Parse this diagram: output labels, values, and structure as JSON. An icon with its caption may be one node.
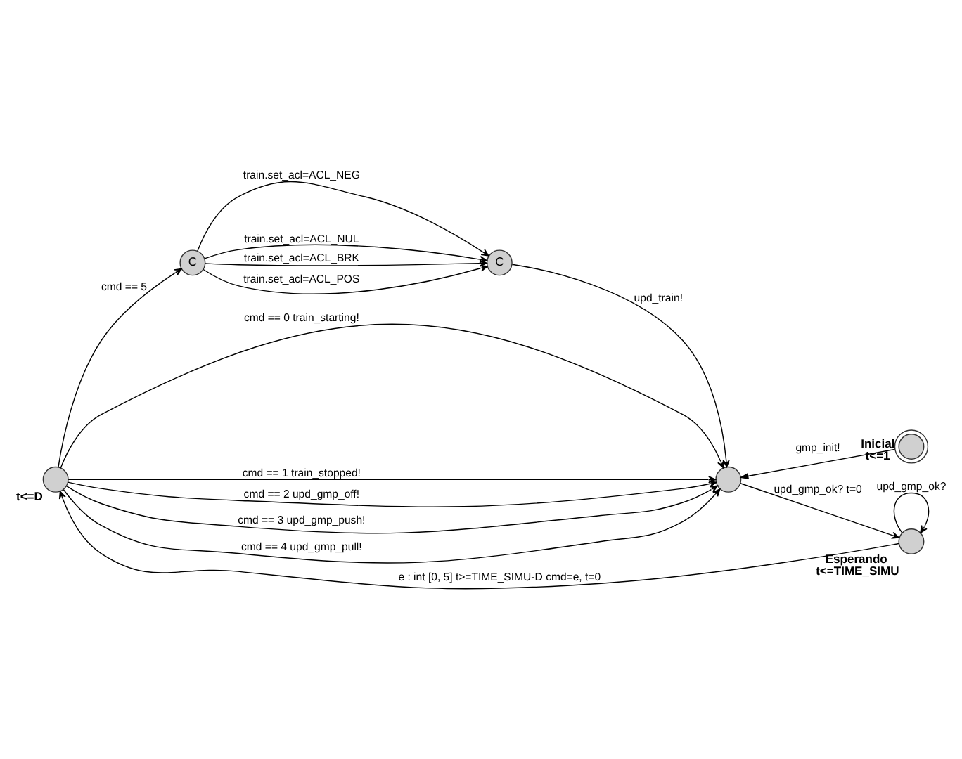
{
  "diagram": {
    "nodes": [
      {
        "text": [
          "C"
        ]
      },
      {
        "text": [
          "C"
        ]
      },
      {
        "text": [],
        "shape": "circle",
        "beside": [
          "t<=D"
        ]
      },
      {
        "text": [],
        "shape": "circle"
      },
      {
        "text": [],
        "shape": "circle",
        "beside": [
          "Inicial",
          "t<=1"
        ]
      },
      {
        "text": [],
        "shape": "circle",
        "beside": [
          "Esperando",
          "t<=TIME_SIMU"
        ]
      }
    ],
    "edges": [
      {
        "from": 0,
        "to": 1,
        "arrow": "to",
        "label": "train.set_acl=ACL_NEG"
      },
      {
        "from": 0,
        "to": 1,
        "arrow": "to",
        "label": "train.set_acl=ACL_NUL"
      },
      {
        "from": 0,
        "to": 1,
        "arrow": "to",
        "label": "train.set_acl=ACL_BRK"
      },
      {
        "from": 0,
        "to": 1,
        "arrow": "to",
        "label": "train.set_acl=ACL_POS"
      },
      {
        "from": 2,
        "to": 0,
        "arrow": "to",
        "label": "cmd == 5"
      },
      {
        "from": 2,
        "to": 3,
        "arrow": "to",
        "label": "cmd == 0 train_starting!"
      },
      {
        "from": 2,
        "to": 3,
        "arrow": "to",
        "label": "cmd == 1 train_stopped!"
      },
      {
        "from": 2,
        "to": 3,
        "arrow": "to",
        "label": "cmd == 2 upd_gmp_off!"
      },
      {
        "from": 2,
        "to": 3,
        "arrow": "to",
        "label": "cmd == 3 upd_gmp_push!"
      },
      {
        "from": 2,
        "to": 3,
        "arrow": "to",
        "label": "cmd == 4 upd_gmp_pull!"
      },
      {
        "from": 1,
        "to": 3,
        "arrow": "to",
        "label": "upd_train!"
      },
      {
        "from": 4,
        "to": 3,
        "arrow": "to",
        "label": "gmp_init!"
      },
      {
        "from": 3,
        "to": 5,
        "arrow": "to",
        "label": "upd_gmp_ok? t=0"
      },
      {
        "from": 5,
        "to": 2,
        "arrow": "to",
        "label": "e : int [0, 5] t>=TIME_SIMU-D cmd=e, t=0"
      },
      {
        "from": 5,
        "to": 5,
        "arrow": "to",
        "label": "upd_gmp_ok?"
      }
    ]
  }
}
